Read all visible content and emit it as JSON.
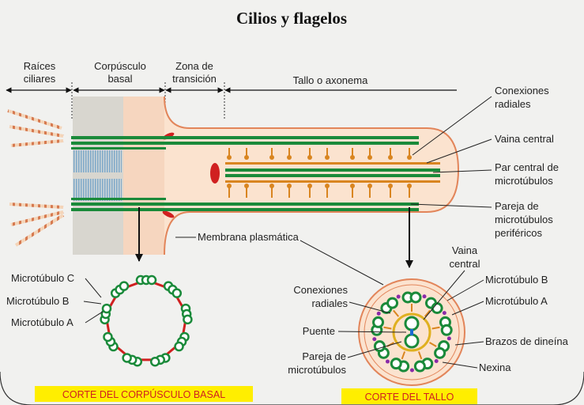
{
  "title": "Cilios y flagelos",
  "top_labels": {
    "raices_1": "Raíces",
    "raices_2": "ciliares",
    "corpusculo_1": "Corpúsculo",
    "corpusculo_2": "basal",
    "zona_1": "Zona de",
    "zona_2": "transición",
    "tallo": "Tallo o axonema"
  },
  "right_labels": {
    "conexiones_1": "Conexiones",
    "conexiones_2": "radiales",
    "vaina": "Vaina central",
    "par_1": "Par central de",
    "par_2": "microtúbulos",
    "pareja_1": "Pareja de",
    "pareja_2": "microtúbulos",
    "pareja_3": "periféricos"
  },
  "membrana": "Membrana plasmática",
  "basal_section": {
    "label_c": "Microtúbulo C",
    "label_b": "Microtúbulo B",
    "label_a": "Microtúbulo A",
    "caption": "CORTE DEL CORPÚSCULO BASAL"
  },
  "tallo_section": {
    "vaina_1": "Vaina",
    "vaina_2": "central",
    "conexiones_1": "Conexiones",
    "conexiones_2": "radiales",
    "puente": "Puente",
    "pareja_1": "Pareja de",
    "pareja_2": "microtúbulos",
    "micro_b": "Microtúbulo B",
    "micro_a": "Microtúbulo A",
    "brazos": "Brazos de dineína",
    "nexina": "Nexina",
    "caption": "CORTE DEL TALLO"
  },
  "colors": {
    "cilium_fill": "#fbe3cf",
    "cilium_border": "#e2855a",
    "microtubule": "#1a8a3a",
    "stalk": "#d98520",
    "link": "#d02020",
    "caption_bg": "#ffee00"
  }
}
